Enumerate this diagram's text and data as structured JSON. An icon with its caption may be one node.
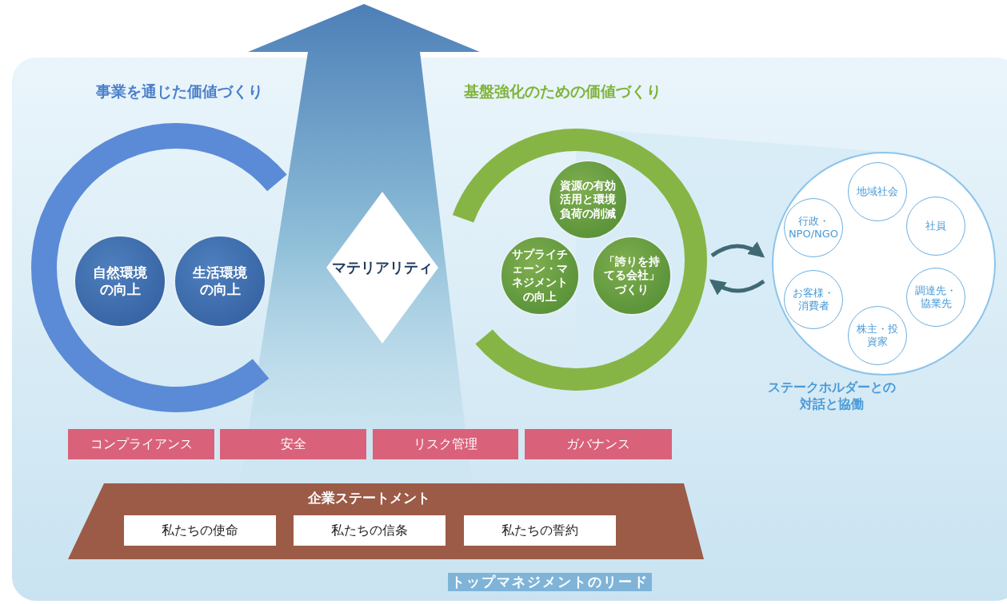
{
  "diagram": {
    "nodes": [
      {
        "text": [
          "事業を通じた価値づくり"
        ]
      },
      {
        "text": [
          "自然環境の向上"
        ],
        "in": 0
      },
      {
        "text": [
          "生活環境の向上"
        ],
        "in": 0
      },
      {
        "text": [
          "マテリアリティ"
        ]
      },
      {
        "text": [
          "基盤強化のための価値づくり"
        ]
      },
      {
        "text": [
          "資源の有効活用と環境負荷の削減"
        ],
        "in": 4
      },
      {
        "text": [
          "サプライチェーン・マネジメントの向上"
        ],
        "in": 4
      },
      {
        "text": [
          "「誇りを持てる会社」づくり"
        ],
        "in": 4
      },
      {
        "text": [
          "ステークホルダーとの対話と協働"
        ]
      },
      {
        "text": [
          "地域社会"
        ],
        "in": 8
      },
      {
        "text": [
          "行政・NPO/NGO"
        ],
        "in": 8
      },
      {
        "text": [
          "社員"
        ],
        "in": 8
      },
      {
        "text": [
          "お客様・消費者"
        ],
        "in": 8
      },
      {
        "text": [
          "調達先・協業先"
        ],
        "in": 8
      },
      {
        "text": [
          "株主・投資家"
        ],
        "in": 8
      },
      {
        "text": [
          "コンプライアンス"
        ]
      },
      {
        "text": [
          "安全"
        ]
      },
      {
        "text": [
          "リスク管理"
        ]
      },
      {
        "text": [
          "ガバナンス"
        ]
      },
      {
        "text": [
          "企業ステートメント"
        ]
      },
      {
        "text": [
          "私たちの使命"
        ],
        "in": 19
      },
      {
        "text": [
          "私たちの信条"
        ],
        "in": 19
      },
      {
        "text": [
          "私たちの誓約"
        ],
        "in": 19
      }
    ],
    "edges": [
      {
        "from": 4,
        "to": 8,
        "arrow": "to",
        "color": "#3f6a73"
      },
      {
        "from": 8,
        "to": 4,
        "arrow": "to",
        "color": "#3f6a73"
      },
      {
        "from": 19,
        "to": null,
        "arrow": "to",
        "color": "#4d7fb8"
      }
    ],
    "labels": [
      "トップマネジメントのリード"
    ]
  }
}
